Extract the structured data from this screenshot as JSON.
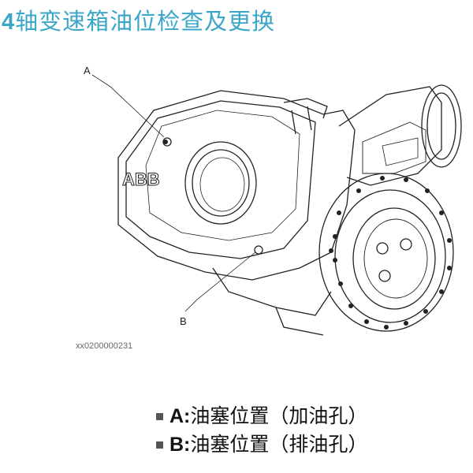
{
  "title": {
    "number": "4",
    "text": "轴变速箱油位检查及更换"
  },
  "figure": {
    "label_a": "A",
    "label_b": "B",
    "logo_text": "ABB",
    "figure_id": "xx0200000231"
  },
  "bullets": [
    {
      "key": "A:",
      "text": "油塞位置（加油孔）"
    },
    {
      "key": "B:",
      "text": "油塞位置（排油孔）"
    }
  ],
  "colors": {
    "title": "#3aa6c8",
    "bullet": "#555555"
  }
}
